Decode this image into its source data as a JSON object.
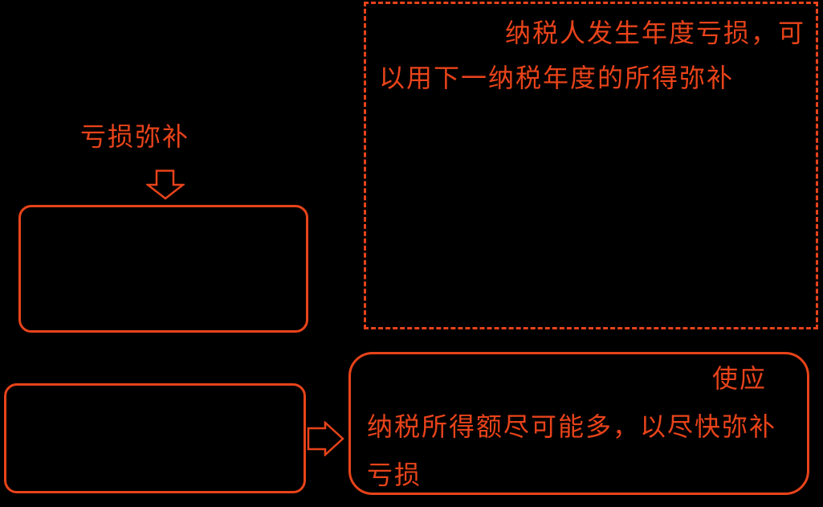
{
  "colors": {
    "background": "#000000",
    "accent": "#E8431A"
  },
  "heading": {
    "label": "亏损弥补"
  },
  "icons": {
    "down_arrow": "down-block-arrow",
    "right_arrow": "right-block-arrow"
  },
  "boxes": {
    "policy_box": {
      "border_style": "dashed",
      "text": "纳税人发生年度亏损，可以用下一纳税年度的所得弥补",
      "lines": [
        "纳税人发生年度亏损，可",
        "以用下一纳税年度的所得弥补"
      ]
    },
    "upper_left_box": {
      "border_style": "solid",
      "text": ""
    },
    "lower_left_box": {
      "border_style": "solid",
      "text": ""
    },
    "strategy_box": {
      "border_style": "solid",
      "text": "使应纳税所得额尽可能多，以尽快弥补亏损",
      "lines": [
        "使应",
        "纳税所得额尽可能多，以尽快弥补",
        "亏损"
      ]
    }
  }
}
